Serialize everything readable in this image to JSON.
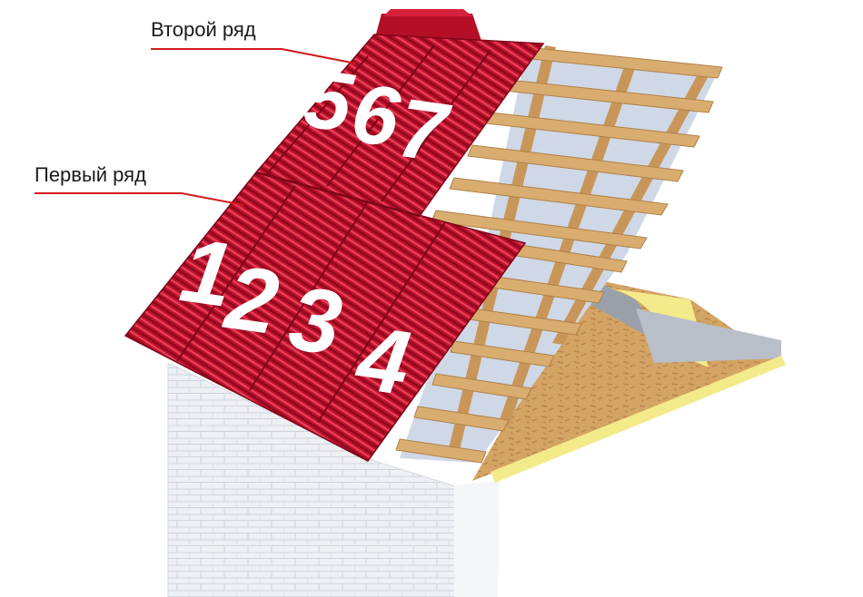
{
  "labels": {
    "second_row": "Второй ряд",
    "first_row": "Первый ряд"
  },
  "sheets": {
    "first_row": [
      "1",
      "2",
      "3",
      "4"
    ],
    "second_row": [
      "5",
      "6",
      "7"
    ]
  },
  "colors": {
    "roof_sheet": "#c8102e",
    "roof_sheet_dark": "#8f0a1f",
    "batten_wood": "#d9ad70",
    "wall": "#eef0f3",
    "insulation": "#f3ea8a",
    "osb": "#d3a464",
    "membrane": "#cfd8e6",
    "callout_line": "#d11a1a"
  }
}
